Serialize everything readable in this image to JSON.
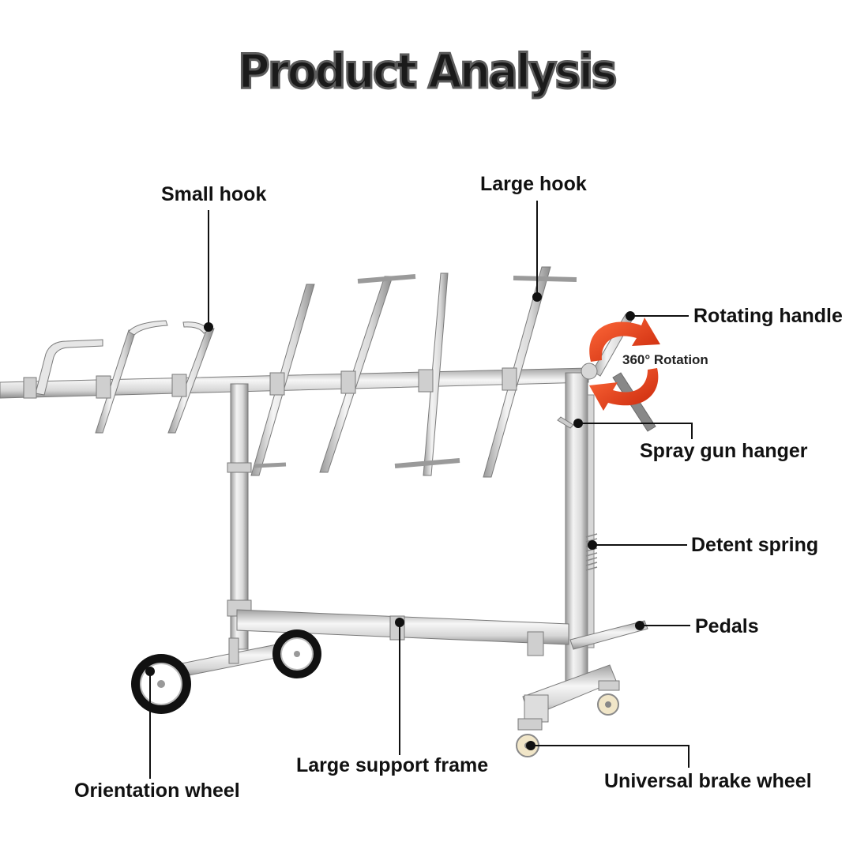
{
  "title": "Product Analysis",
  "labels": {
    "small_hook": "Small hook",
    "large_hook": "Large hook",
    "rotating_handle": "Rotating handle",
    "rotation": "360° Rotation",
    "spray_gun_hanger": "Spray gun hanger",
    "detent_spring": "Detent spring",
    "pedals": "Pedals",
    "large_support_frame": "Large support frame",
    "orientation_wheel": "Orientation wheel",
    "universal_brake_wheel": "Universal brake wheel"
  },
  "colors": {
    "metal_light": "#f2f2f2",
    "metal_mid": "#d2d2d2",
    "metal_dark": "#8a8a8a",
    "leader": "#111111",
    "arrow": "#e8431e",
    "tire": "#111111"
  }
}
